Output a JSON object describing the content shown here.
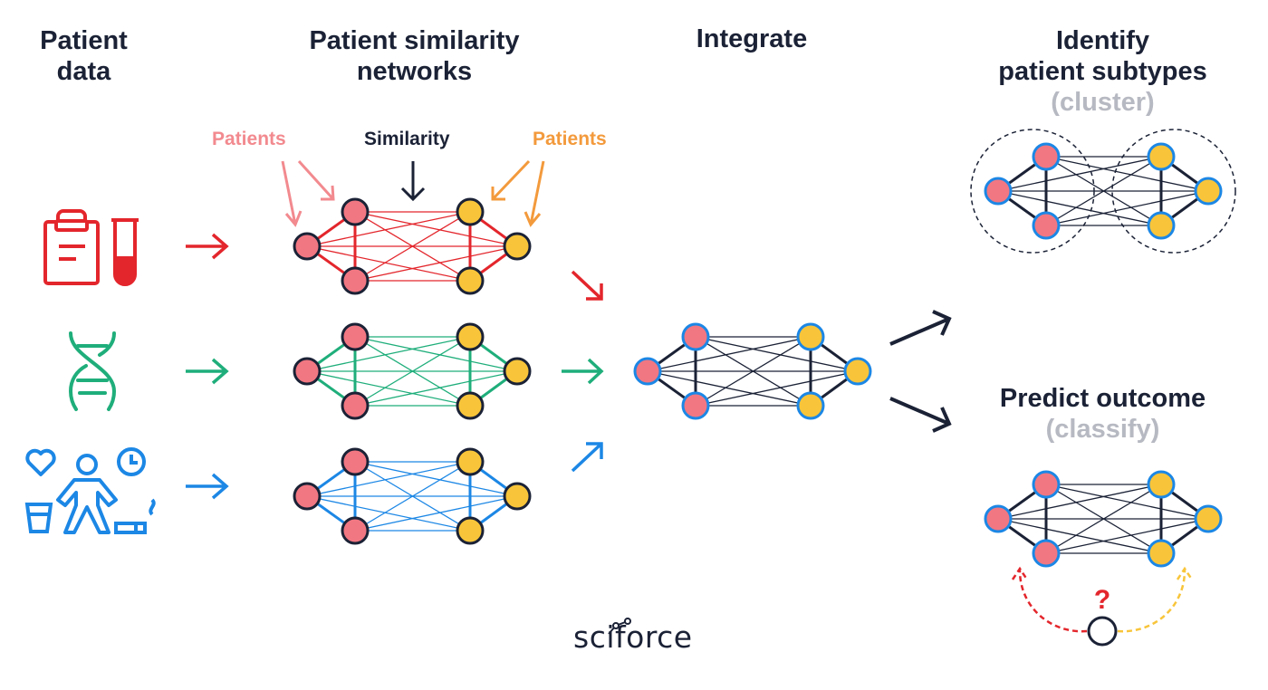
{
  "headers": {
    "patient_data": [
      "Patient",
      "data"
    ],
    "similarity_networks": [
      "Patient similarity",
      "networks"
    ],
    "integrate": "Integrate",
    "identify": [
      "Identify",
      "patient subtypes"
    ],
    "identify_sub": "(cluster)",
    "predict": "Predict outcome",
    "predict_sub": "(classify)"
  },
  "labels": {
    "patients_left": "Patients",
    "similarity": "Similarity",
    "patients_right": "Patients",
    "question": "?"
  },
  "logo": "sciforce",
  "colors": {
    "dark": "#1b2236",
    "red": "#e3262c",
    "green": "#1fae7b",
    "blue": "#1c87e5",
    "pink_node": "#f17782",
    "yellow_node": "#f8c53a",
    "salmon": "#f28a8f",
    "orange": "#f39a3c",
    "grey": "#b7b9c2",
    "node_blue_border": "#1c87e5"
  },
  "icons": [
    "clipboard-icon",
    "test-tube-icon",
    "dna-icon",
    "heart-icon",
    "person-icon",
    "clock-icon",
    "glass-icon",
    "cigarette-icon"
  ]
}
